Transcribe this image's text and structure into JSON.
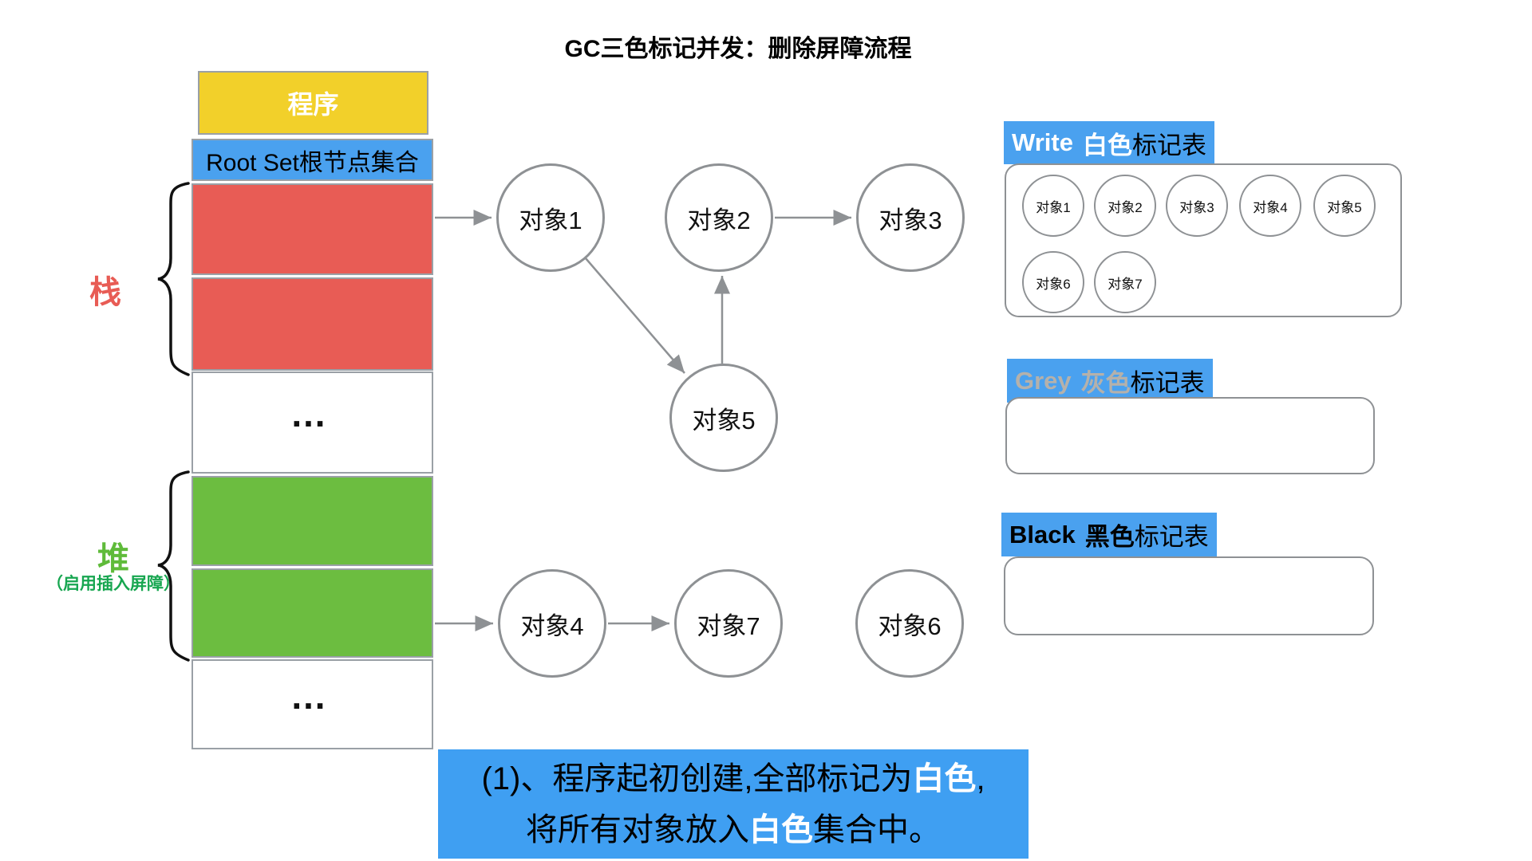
{
  "title": "GC三色标记并发：删除屏障流程",
  "colors": {
    "header_blue": "#4aa1ef",
    "caption_blue": "#3f9ff2",
    "program_yellow": "#f2d02a",
    "stack_red": "#e85c55",
    "heap_green": "#6cbd40",
    "heap_note_green": "#17a650",
    "grey_label_text": "#b5b1ab",
    "line_grey": "#8e9194"
  },
  "memory": {
    "program": "程序",
    "root_set": "Root Set根节点集合",
    "stack_label": "栈",
    "heap_label": "堆",
    "heap_note": "（启用插入屏障）",
    "ellipsis": "…"
  },
  "graph": {
    "nodes": [
      {
        "label": "对象1"
      },
      {
        "label": "对象2"
      },
      {
        "label": "对象3"
      },
      {
        "label": "对象5"
      },
      {
        "label": "对象4"
      },
      {
        "label": "对象7"
      },
      {
        "label": "对象6"
      }
    ]
  },
  "tables": {
    "white": {
      "en": "Write",
      "cn": "白色",
      "suffix": "标记表",
      "items": [
        "对象1",
        "对象2",
        "对象3",
        "对象4",
        "对象5",
        "对象6",
        "对象7"
      ]
    },
    "grey": {
      "en": "Grey",
      "cn": "灰色",
      "suffix": "标记表",
      "items": []
    },
    "black": {
      "en": "Black",
      "cn": "黑色",
      "suffix": "标记表",
      "items": []
    }
  },
  "caption": {
    "line1_pre": "(1)、程序起初创建,全部标记为",
    "line1_hl": "白色",
    "line1_post": ",",
    "line2_pre": "将所有对象放入",
    "line2_hl": "白色",
    "line2_post": "集合中。"
  }
}
